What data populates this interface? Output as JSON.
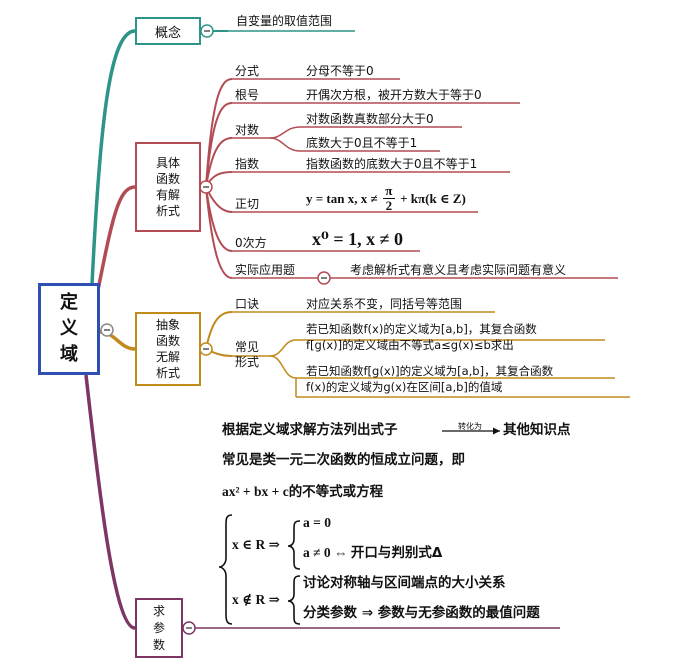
{
  "colors": {
    "root": "#2f4fb3",
    "concept": "#2e9487",
    "specific": "#b24c54",
    "abstract": "#c08a1c",
    "param": "#7d3563"
  },
  "root": {
    "label": "定义域"
  },
  "concept": {
    "label": "概念",
    "desc": "自变量的取值范围"
  },
  "specific": {
    "label": "具体函数有解析式",
    "fraction": {
      "label": "分式",
      "desc": "分母不等于0"
    },
    "root_sign": {
      "label": "根号",
      "desc": "开偶次方根，被开方数大于等于0"
    },
    "log": {
      "label": "对数",
      "desc1": "对数函数真数部分大于0",
      "desc2": "底数大于0且不等于1"
    },
    "exp": {
      "label": "指数",
      "desc": "指数函数的底数大于0且不等于1"
    },
    "tan": {
      "label": "正切",
      "formula_left": "y = tan x, x ≠ ",
      "frac_num": "π",
      "frac_den": "2",
      "formula_right": " + kπ(k ∈ Z)"
    },
    "zero_pow": {
      "label": "0次方",
      "formula": "x⁰ = 1, x ≠ 0"
    },
    "applied": {
      "label": "实际应用题",
      "desc": "考虑解析式有意义且考虑实际问题有意义"
    }
  },
  "abstract": {
    "label": "抽象函数无解析式",
    "mnemonic": {
      "label": "口诀",
      "desc": "对应关系不变，同括号等范围"
    },
    "common": {
      "label": "常见形式",
      "form1_line1": "若已知函数f(x)的定义域为[a,b]，其复合函数",
      "form1_line2": "f[g(x)]的定义域由不等式a≤g(x)≤b求出",
      "form2_line1": "若已知函数f[g(x)]的定义域为[a,b]，其复合函数",
      "form2_line2": "f(x)的定义域为g(x)在区间[a,b]的值域"
    }
  },
  "param": {
    "label": "求参数",
    "line1_left": "根据定义域求解方法列出式子",
    "arrow_label": "转化为",
    "line1_right": "其他知识点",
    "line2": "常见是类一元二次函数的恒成立问题，即",
    "line3_math": "ax² + bx + c",
    "line3_text": "的不等式或方程",
    "case1": "x ∈ R ⇒",
    "case1_a": "a = 0",
    "case1_b_math": "a ≠ 0 ⇔ ",
    "case1_b_text": "开口与判别式Δ",
    "case2": "x ∉ R ⇒",
    "case2_a": "讨论对称轴与区间端点的大小关系",
    "case2_b_left": "分类参数 ⇒ ",
    "case2_b_right": "参数与无参函数的最值问题"
  }
}
